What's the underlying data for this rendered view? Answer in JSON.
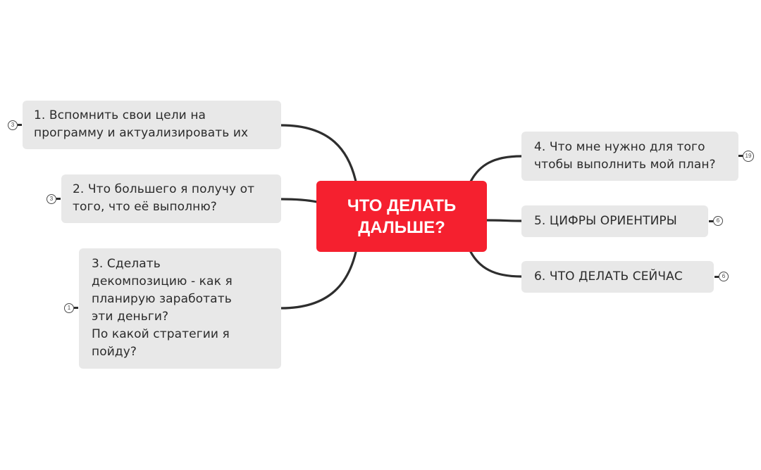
{
  "mindmap": {
    "central": {
      "label": "ЧТО ДЕЛАТЬ\nДАЛЬШЕ?",
      "color": "#f5202f",
      "text_color": "#ffffff"
    },
    "node_color": "#e8e8e8",
    "connector_color": "#2e2e2e",
    "left_topics": [
      {
        "label": "1. Вспомнить свои цели на\nпрограмму и актуализировать их",
        "collapsed_count": "3"
      },
      {
        "label": "2. Что большего я получу от\nтого, что её выполню?",
        "collapsed_count": "3"
      },
      {
        "label": "3. Сделать\nдекомпозицию - как я\nпланирую заработать\nэти деньги?\nПо какой стратегии я\nпойду?",
        "collapsed_count": "1"
      }
    ],
    "right_topics": [
      {
        "label": "4. Что мне нужно для того\nчтобы выполнить мой план?",
        "collapsed_count": "19"
      },
      {
        "label": "5. ЦИФРЫ ОРИЕНТИРЫ",
        "collapsed_count": "6"
      },
      {
        "label": "6. ЧТО ДЕЛАТЬ СЕЙЧАС",
        "collapsed_count": "6"
      }
    ]
  }
}
